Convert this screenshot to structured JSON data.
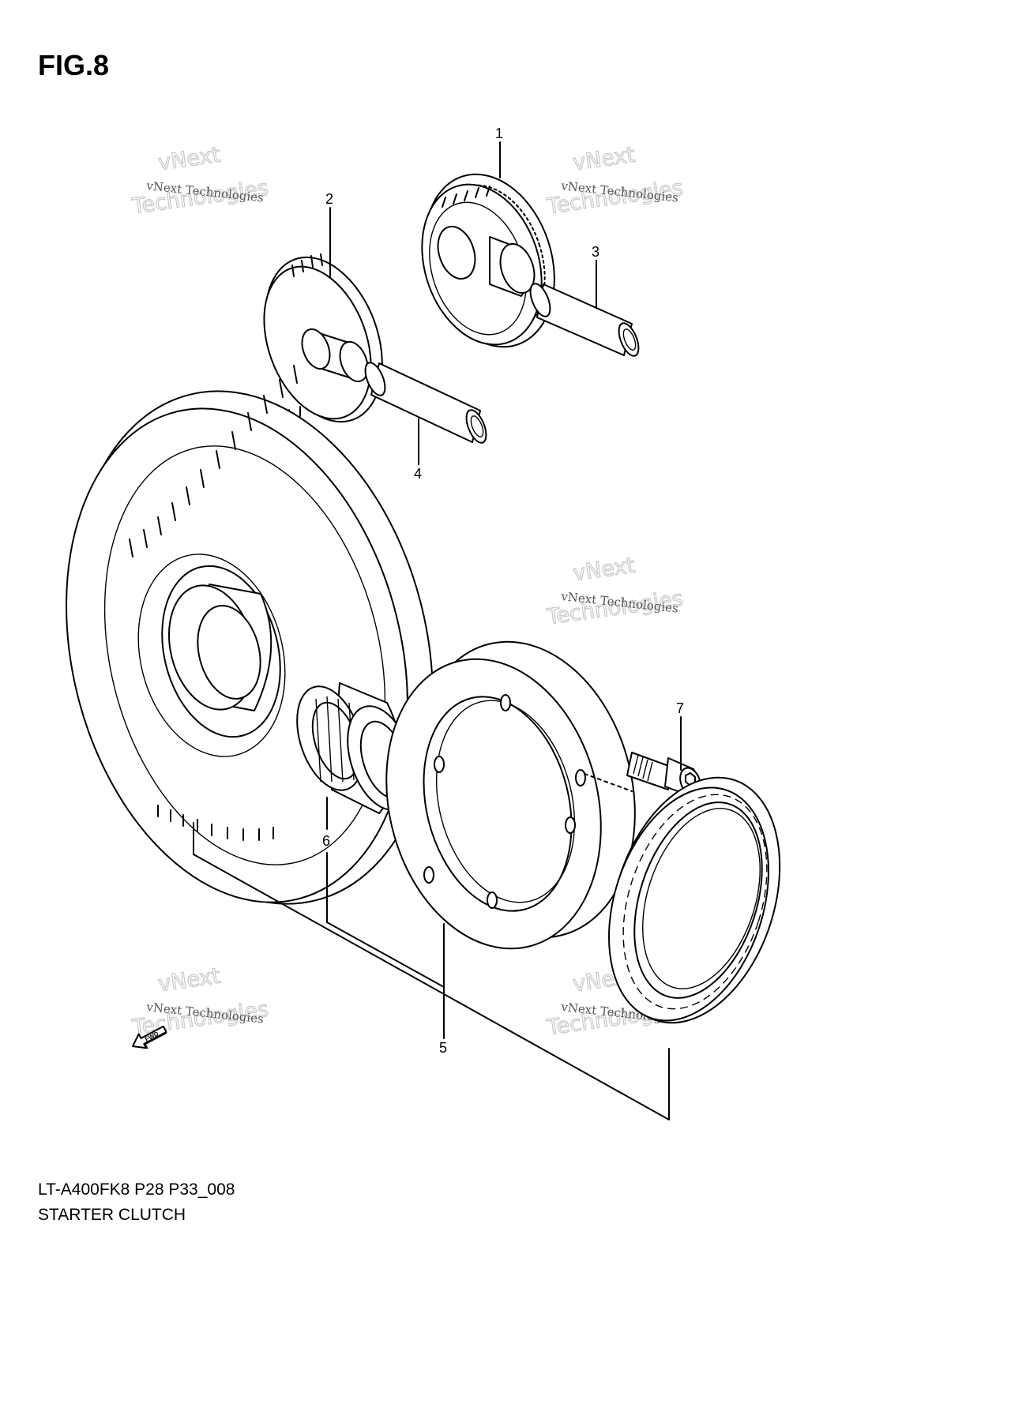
{
  "figure": {
    "title": "FIG.8"
  },
  "footer": {
    "model_code": "LT-A400FK8 P28 P33_008",
    "section_name": "STARTER CLUTCH"
  },
  "callouts": [
    "1",
    "2",
    "3",
    "4",
    "5",
    "6",
    "7"
  ],
  "watermark": {
    "line1": "vNext Technologies",
    "line2": "vNext",
    "line3": "Technologies"
  },
  "fwd_arrow": {
    "label": "FWD"
  }
}
